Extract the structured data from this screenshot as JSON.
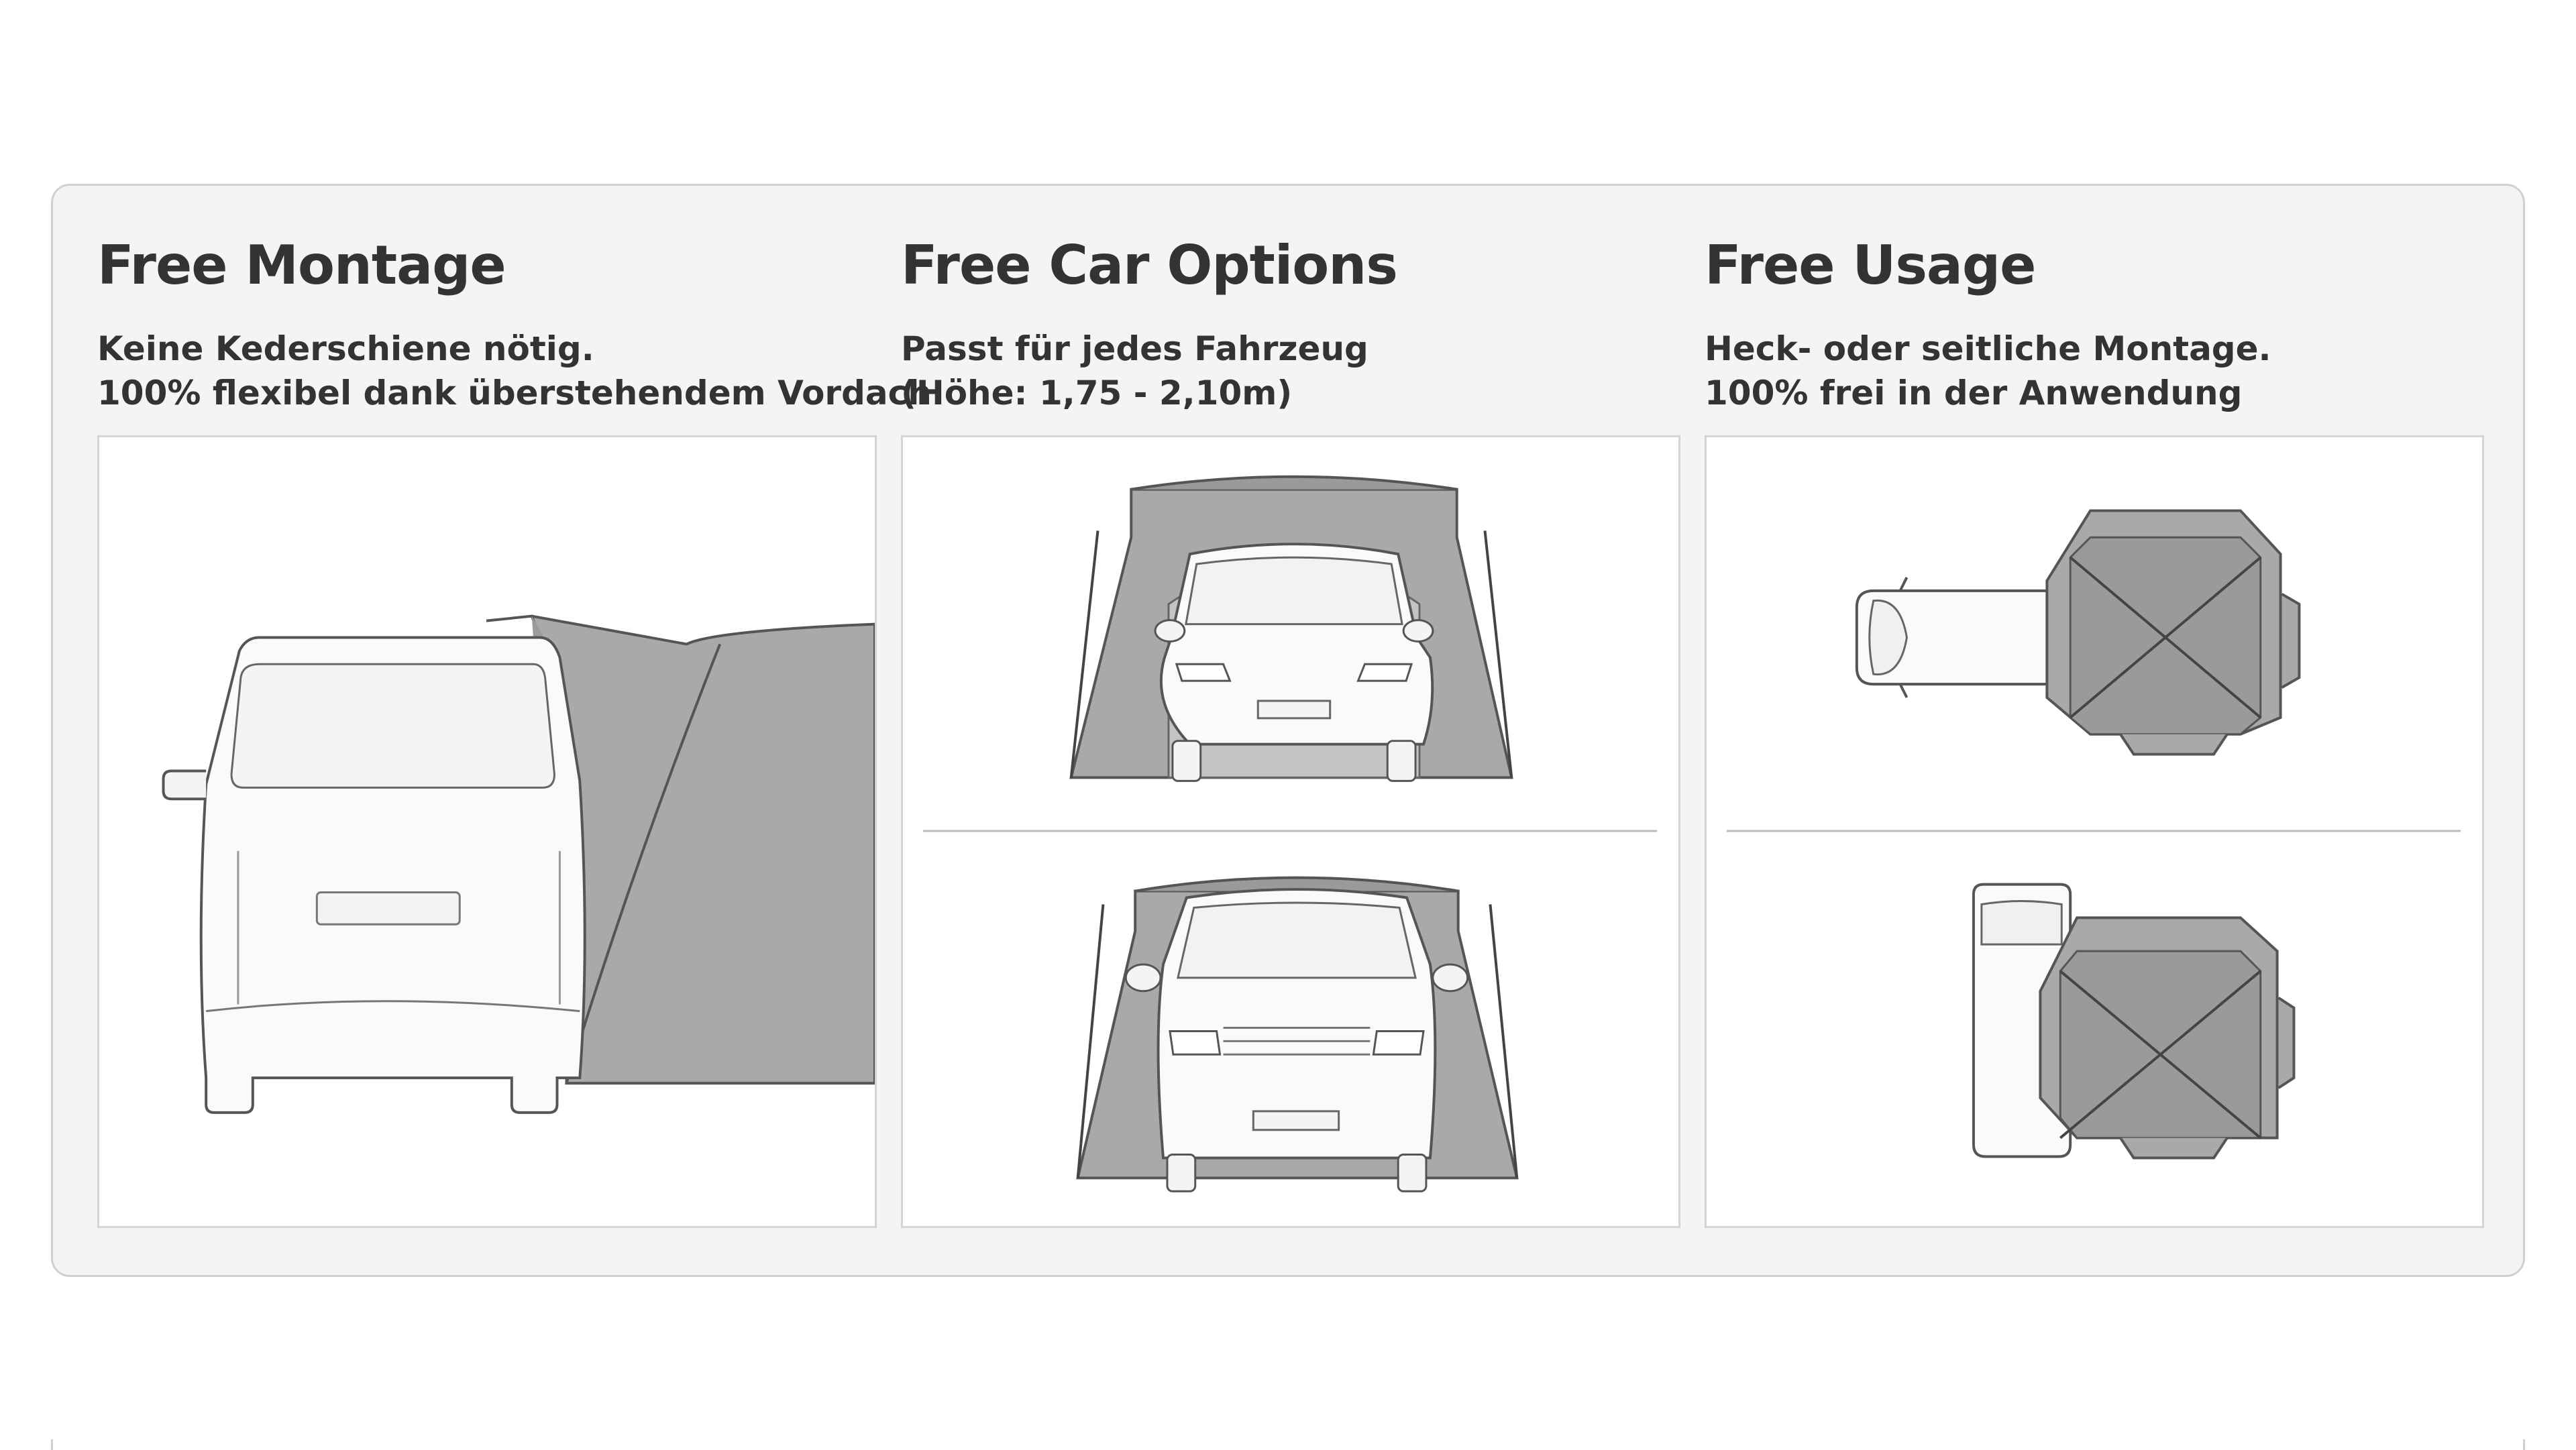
{
  "features": [
    {
      "title": "Free Montage",
      "lines": [
        "Keine Kederschiene nötig.",
        "100% flexibel dank überstehendem Vordach"
      ],
      "illustration": "van-rear-awning"
    },
    {
      "title": "Free Car Options",
      "lines": [
        "Passt für jedes Fahrzeug",
        "(Höhe: 1,75 - 2,10m)"
      ],
      "illustration": "car-under-tent-front-views"
    },
    {
      "title": "Free Usage",
      "lines": [
        "Heck- oder seitliche Montage.",
        "100% frei in der Anwendung"
      ],
      "illustration": "tent-top-views"
    }
  ],
  "colors": {
    "tent": "#a9a9a9",
    "tent_dark": "#8e8e8e",
    "vehicle_fill": "#fafafa",
    "outline": "#555555",
    "panel_bg": "#f4f4f4"
  }
}
